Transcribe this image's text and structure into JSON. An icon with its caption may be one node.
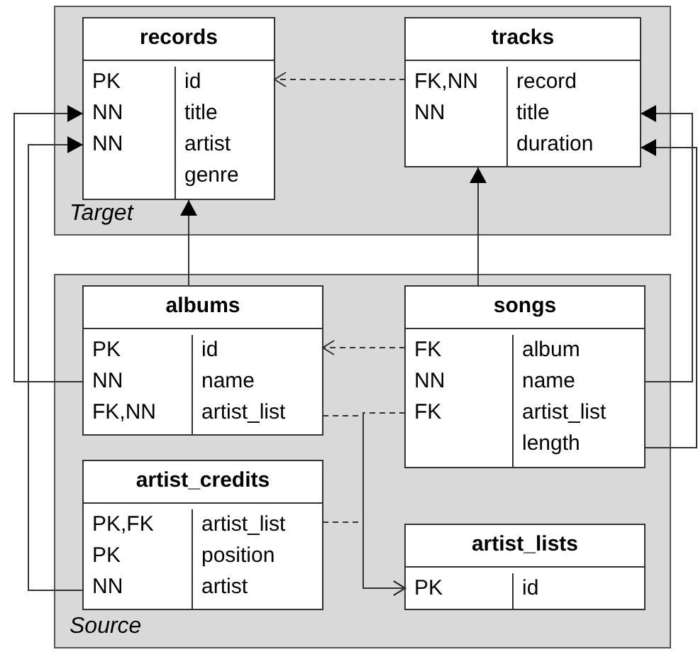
{
  "diagram": {
    "nodes": [
      {
        "text": [
          "Target"
        ]
      },
      {
        "text": [
          "records"
        ],
        "in": 0
      },
      {
        "text": [
          "PK",
          "id"
        ],
        "in": 1
      },
      {
        "text": [
          "NN",
          "title"
        ],
        "in": 1
      },
      {
        "text": [
          "NN",
          "artist"
        ],
        "in": 1
      },
      {
        "text": [
          "genre"
        ],
        "in": 1
      },
      {
        "text": [
          "tracks"
        ],
        "in": 0
      },
      {
        "text": [
          "FK,NN",
          "record"
        ],
        "in": 6
      },
      {
        "text": [
          "NN",
          "title"
        ],
        "in": 6
      },
      {
        "text": [
          "duration"
        ],
        "in": 6
      },
      {
        "text": [
          "Source"
        ]
      },
      {
        "text": [
          "albums"
        ],
        "in": 10
      },
      {
        "text": [
          "PK",
          "id"
        ],
        "in": 11
      },
      {
        "text": [
          "NN",
          "name"
        ],
        "in": 11
      },
      {
        "text": [
          "FK,NN",
          "artist_list"
        ],
        "in": 11
      },
      {
        "text": [
          "songs"
        ],
        "in": 10
      },
      {
        "text": [
          "FK",
          "album"
        ],
        "in": 15
      },
      {
        "text": [
          "NN",
          "name"
        ],
        "in": 15
      },
      {
        "text": [
          "FK",
          "artist_list"
        ],
        "in": 15
      },
      {
        "text": [
          "length"
        ],
        "in": 15
      },
      {
        "text": [
          "artist_credits"
        ],
        "in": 10
      },
      {
        "text": [
          "PK,FK",
          "artist_list"
        ],
        "in": 20
      },
      {
        "text": [
          "PK",
          "position"
        ],
        "in": 20
      },
      {
        "text": [
          "NN",
          "artist"
        ],
        "in": 20
      },
      {
        "text": [
          "artist_lists"
        ],
        "in": 10
      },
      {
        "text": [
          "PK",
          "id"
        ],
        "in": 24
      }
    ],
    "edges": [
      {
        "from": 7,
        "to": 2,
        "arrow": "to",
        "style": "dashed"
      },
      {
        "from": 11,
        "to": 1,
        "arrow": "to"
      },
      {
        "from": 15,
        "to": 6,
        "arrow": "to"
      },
      {
        "from": 13,
        "to": 3,
        "arrow": "to"
      },
      {
        "from": 23,
        "to": 4,
        "arrow": "to"
      },
      {
        "from": 17,
        "to": 8,
        "arrow": "to"
      },
      {
        "from": 19,
        "to": 9,
        "arrow": "to"
      },
      {
        "from": 16,
        "to": 12,
        "arrow": "to",
        "style": "dashed"
      },
      {
        "from": 14,
        "to": 25,
        "arrow": "to",
        "style": "dashed"
      },
      {
        "from": 18,
        "to": 25,
        "arrow": "to",
        "style": "dashed"
      },
      {
        "from": 21,
        "to": 25,
        "arrow": "to",
        "style": "dashed"
      }
    ]
  }
}
